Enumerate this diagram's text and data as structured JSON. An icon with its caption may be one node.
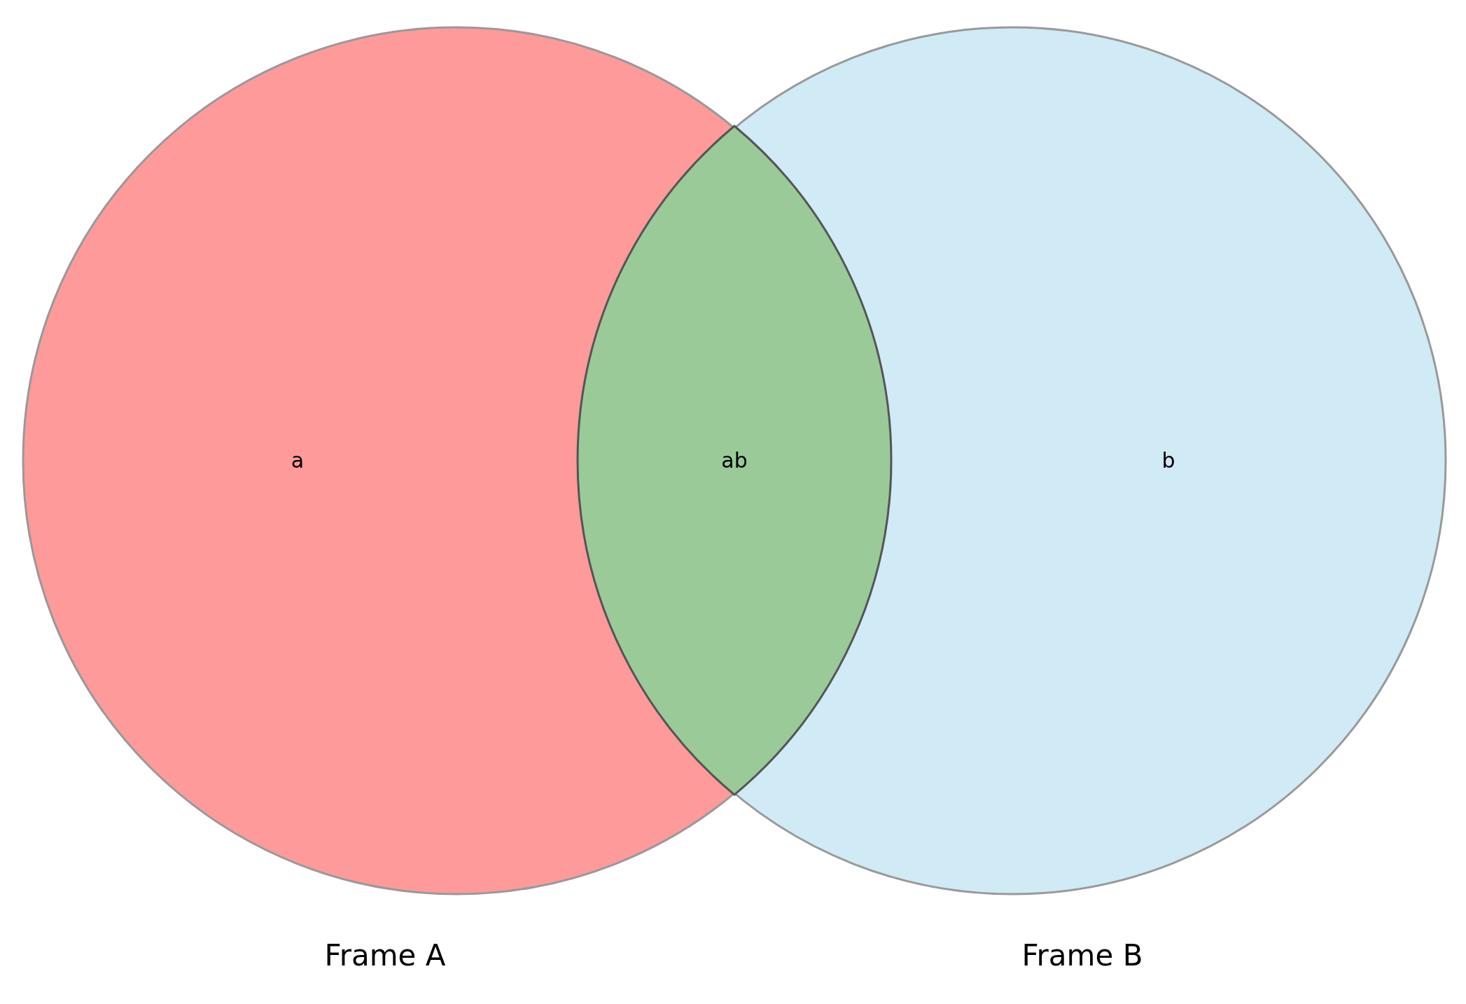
{
  "diagram": {
    "nodes": [
      {
        "text": [
          "a"
        ],
        "beside": [
          "Frame A"
        ]
      },
      {
        "text": [
          "ab"
        ]
      },
      {
        "text": [
          "b"
        ],
        "beside": [
          "Frame B"
        ]
      }
    ]
  }
}
